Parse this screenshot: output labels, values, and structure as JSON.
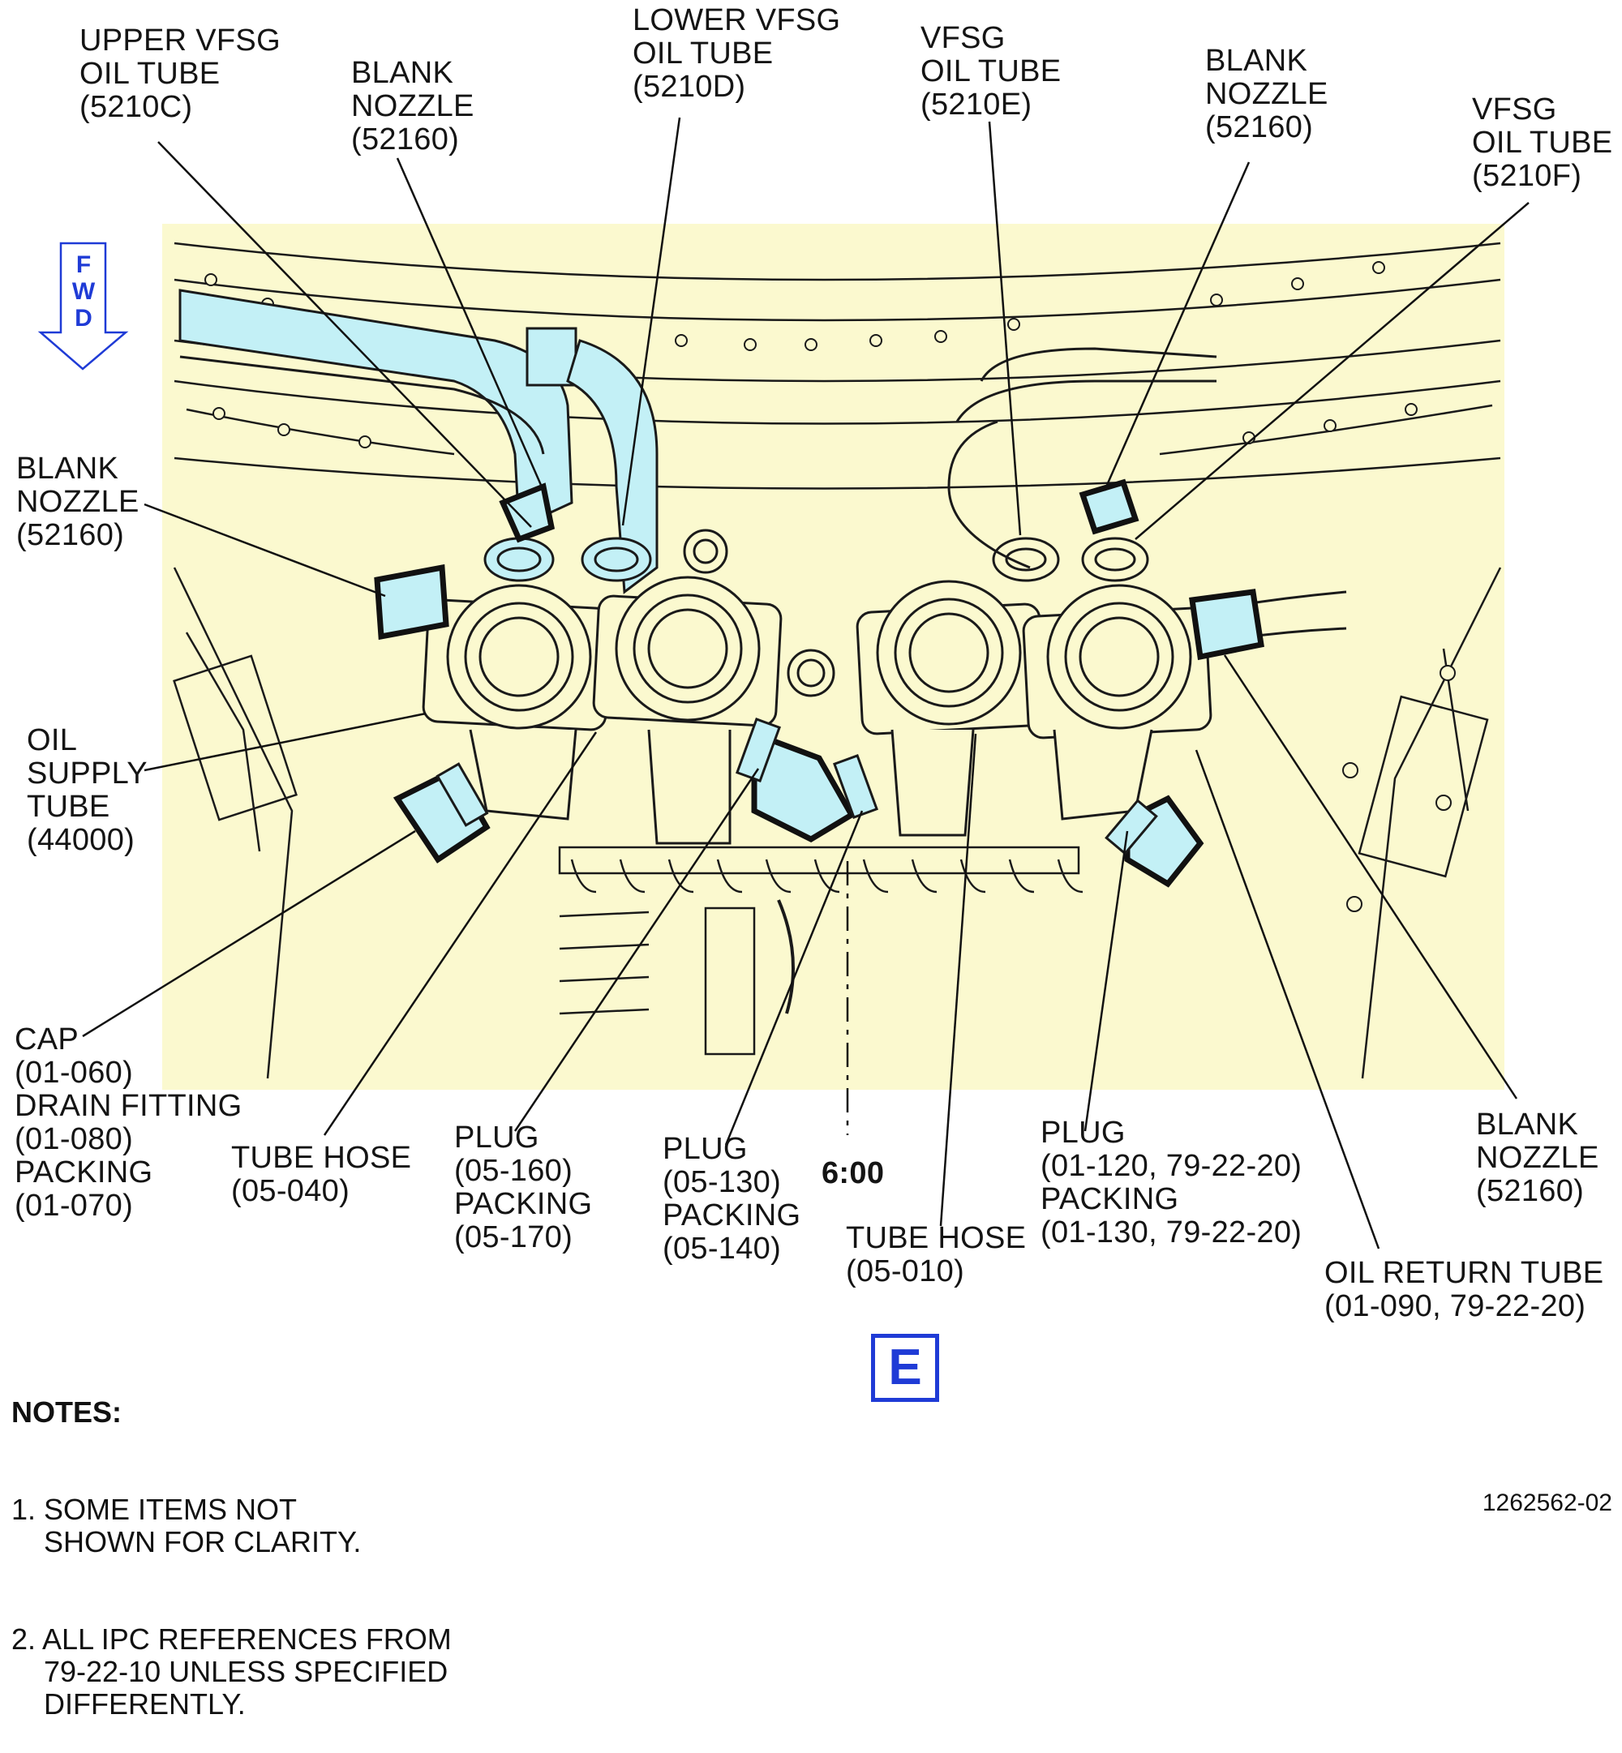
{
  "figure": {
    "view_letter": "E",
    "direction": {
      "text": "FWD",
      "letters": [
        "F",
        "W",
        "D"
      ]
    },
    "clock_position": "6:00",
    "figure_number": "1262562-02"
  },
  "labels": {
    "upper_vfsg_oil_tube": "UPPER VFSG\nOIL TUBE\n(5210C)",
    "blank_nozzle_top_left": "BLANK\nNOZZLE\n(52160)",
    "lower_vfsg_oil_tube": "LOWER VFSG\nOIL TUBE\n(5210D)",
    "vfsg_oil_tube_e": "VFSG\nOIL TUBE\n(5210E)",
    "blank_nozzle_top_right": "BLANK\nNOZZLE\n(52160)",
    "vfsg_oil_tube_f": "VFSG\nOIL TUBE\n(5210F)",
    "blank_nozzle_left": "BLANK\nNOZZLE\n(52160)",
    "oil_supply_tube": "OIL\nSUPPLY\nTUBE\n(44000)",
    "cap_drain_packing": "CAP\n(01-060)\nDRAIN FITTING\n(01-080)\nPACKING\n(01-070)",
    "tube_hose_040": "TUBE HOSE\n(05-040)",
    "plug_160": "PLUG\n(05-160)\nPACKING\n(05-170)",
    "plug_130": "PLUG\n(05-130)\nPACKING\n(05-140)",
    "tube_hose_010": "TUBE HOSE\n(05-010)",
    "plug_120": "PLUG\n(01-120, 79-22-20)\nPACKING\n(01-130, 79-22-20)",
    "blank_nozzle_right": "BLANK\nNOZZLE\n(52160)",
    "oil_return_tube": "OIL RETURN TUBE\n(01-090, 79-22-20)"
  },
  "notes": {
    "heading": "NOTES:",
    "items": [
      "1. SOME ITEMS NOT\n    SHOWN FOR CLARITY.",
      "2. ALL IPC REFERENCES FROM\n    79-22-10 UNLESS SPECIFIED\n    DIFFERENTLY."
    ]
  },
  "colors": {
    "background_panel": "#fbf9cf",
    "highlight_cyan": "#c3f0f6",
    "accent_blue": "#1f3bd6",
    "line": "#1a1a1a"
  }
}
